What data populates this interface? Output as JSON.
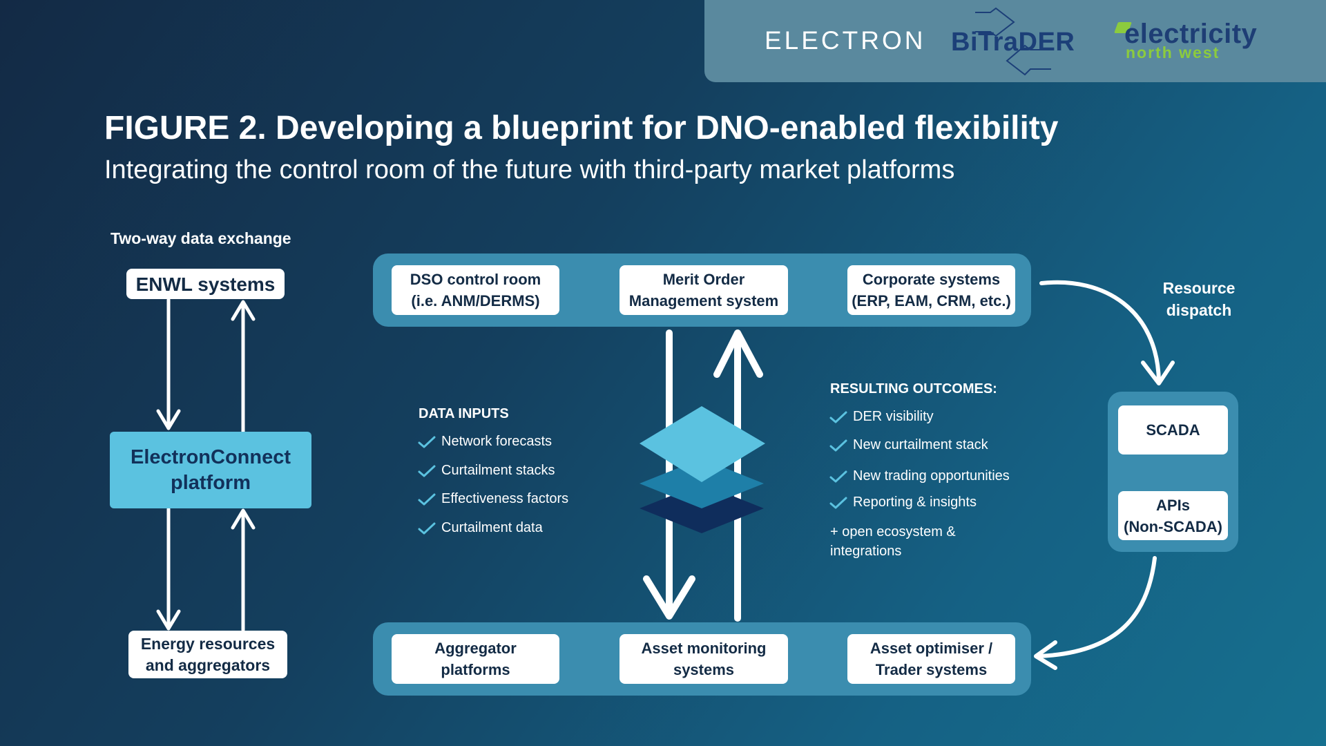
{
  "logos": {
    "electron": "ELECTRON",
    "bitrader": "BiTraDER",
    "enw_line1": "electricity",
    "enw_line2": "north west"
  },
  "title": "FIGURE 2. Developing a blueprint for DNO-enabled flexibility",
  "subtitle": "Integrating the control room of the future with third-party market platforms",
  "left_panel": {
    "heading": "Two-way data exchange",
    "top_box": "ENWL systems",
    "middle_box_line1": "ElectronConnect",
    "middle_box_line2": "platform",
    "bottom_box_line1": "Energy resources",
    "bottom_box_line2": "and aggregators"
  },
  "top_band": {
    "boxes": [
      {
        "line1": "DSO control room",
        "line2": "(i.e. ANM/DERMS)"
      },
      {
        "line1": "Merit Order",
        "line2": "Management system"
      },
      {
        "line1": "Corporate systems",
        "line2": "(ERP, EAM, CRM, etc.)"
      }
    ]
  },
  "bottom_band": {
    "boxes": [
      {
        "line1": "Aggregator",
        "line2": "platforms"
      },
      {
        "line1": "Asset monitoring",
        "line2": "systems"
      },
      {
        "line1": "Asset optimiser /",
        "line2": "Trader systems"
      }
    ]
  },
  "data_inputs": {
    "heading": "DATA INPUTS",
    "items": [
      "Network forecasts",
      "Curtailment stacks",
      "Effectiveness factors",
      "Curtailment data"
    ]
  },
  "outcomes": {
    "heading": "RESULTING OUTCOMES:",
    "items": [
      "DER visibility",
      "New curtailment stack",
      "New trading opportunities",
      "Reporting & insights"
    ],
    "extra_line1": "+ open ecosystem &",
    "extra_line2": "integrations"
  },
  "right_panel": {
    "dispatch_line1": "Resource",
    "dispatch_line2": "dispatch",
    "scada": "SCADA",
    "apis_line1": "APIs",
    "apis_line2": "(Non-SCADA)"
  },
  "colors": {
    "accent_cyan": "#5bc2e0",
    "band": "#3b8daf",
    "navy_text": "#132b45",
    "layer_top": "#5bc2e0",
    "layer_mid": "#1e7fa8",
    "layer_bottom": "#0f2d5c"
  }
}
